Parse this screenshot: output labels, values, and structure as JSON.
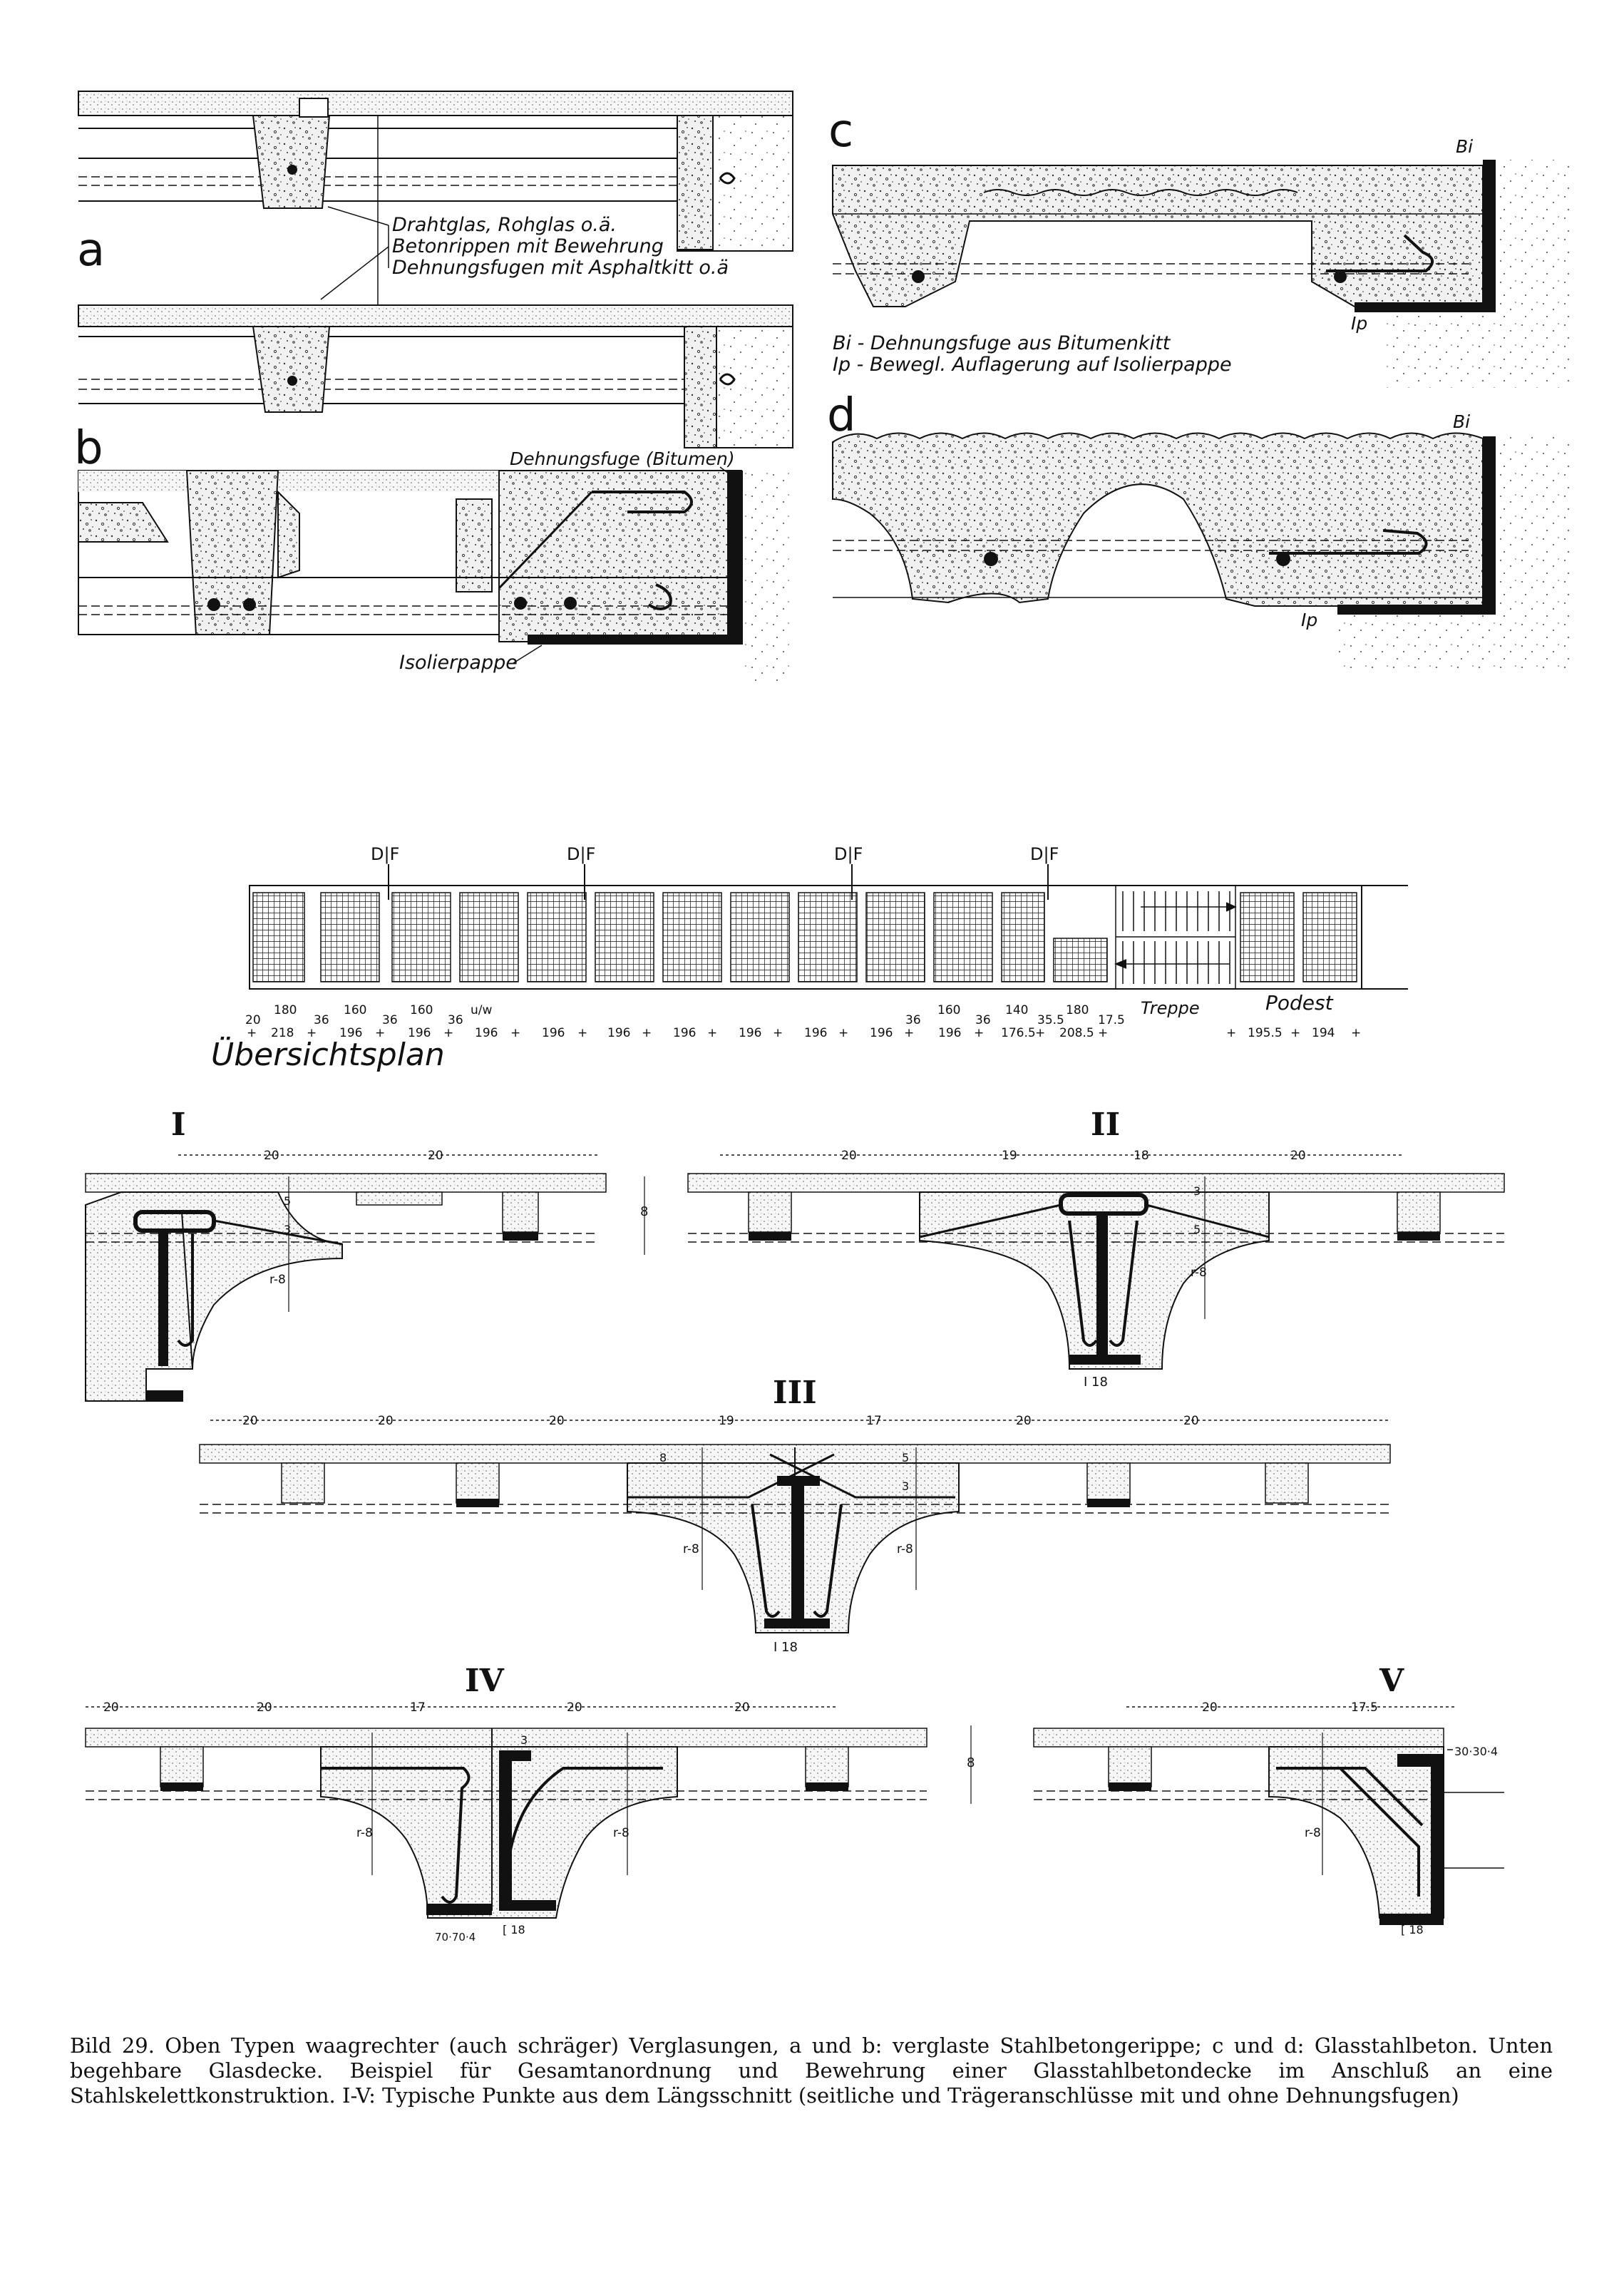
{
  "figures": {
    "a": {
      "letter": "a",
      "labels": [
        "Drahtglas, Rohglas o.ä.",
        "Betonrippen mit Bewehrung",
        "Dehnungsfugen mit Asphaltkitt o.ä"
      ]
    },
    "b": {
      "letter": "b",
      "label_joint": "Dehnungsfuge (Bitumen)",
      "label_pad": "Isolierpappe"
    },
    "c": {
      "letter": "c",
      "label_bi": "Bi",
      "legend_bi": "Bi - Dehnungsfuge aus Bitumenkitt",
      "legend_ip": "Ip - Bewegl. Auflagerung auf Isolierpappe",
      "label_ip": "Ip"
    },
    "d": {
      "letter": "d",
      "label_bi": "Bi",
      "label_ip": "Ip"
    }
  },
  "overview": {
    "title": "Übersichtsplan",
    "joint_label": "D|F",
    "dims_top": [
      "20",
      "180",
      "36",
      "160",
      "36",
      "160",
      "36",
      "u/w",
      "36",
      "160",
      "36",
      "140",
      "35.5",
      "180",
      "17.5"
    ],
    "dims_bottom": [
      "218",
      "196",
      "196",
      "196",
      "196",
      "196",
      "196",
      "196",
      "196",
      "196",
      "196",
      "176.5",
      "208.5"
    ],
    "label_treppe": "Treppe",
    "label_podest": "Podest",
    "dims_podest": [
      "195.5",
      "194"
    ]
  },
  "details": {
    "I": {
      "numeral": "I",
      "dims": [
        "20",
        "20"
      ],
      "h1": "5",
      "h2": "3",
      "radius": "r-8",
      "height": "8"
    },
    "II": {
      "numeral": "II",
      "dims": [
        "20",
        "19",
        "18",
        "20"
      ],
      "h1": "3",
      "h2": "5",
      "radius": "r-8",
      "beam": "I 18"
    },
    "III": {
      "numeral": "III",
      "dims": [
        "20",
        "20",
        "20",
        "19",
        "17",
        "20",
        "20"
      ],
      "h1": "8",
      "h2": "5",
      "h3": "3",
      "radius": "r-8",
      "beam": "I 18"
    },
    "IV": {
      "numeral": "IV",
      "dims": [
        "20",
        "20",
        "17",
        "20",
        "20"
      ],
      "h1": "3",
      "radius": "r-8",
      "angle": "70·70·4",
      "channel": "[ 18",
      "height": "8"
    },
    "V": {
      "numeral": "V",
      "dims": [
        "20",
        "17.5"
      ],
      "angle": "30·30·4",
      "radius": "r-8",
      "channel": "[ 18"
    }
  },
  "caption": "Bild 29. Oben Typen waagrechter (auch schräger) Verglasungen, a und b: verglaste Stahlbetongerippe; c und d: Glasstahlbeton. Unten begehbare Glasdecke. Beispiel für Gesamtanordnung und Bewehrung einer Glasstahlbetondecke im Anschluß an eine Stahlskelettkonstruktion. I-V: Typische Punkte aus dem Längsschnitt (seitliche und Trägeranschlüsse mit und ohne Dehnungsfugen)"
}
